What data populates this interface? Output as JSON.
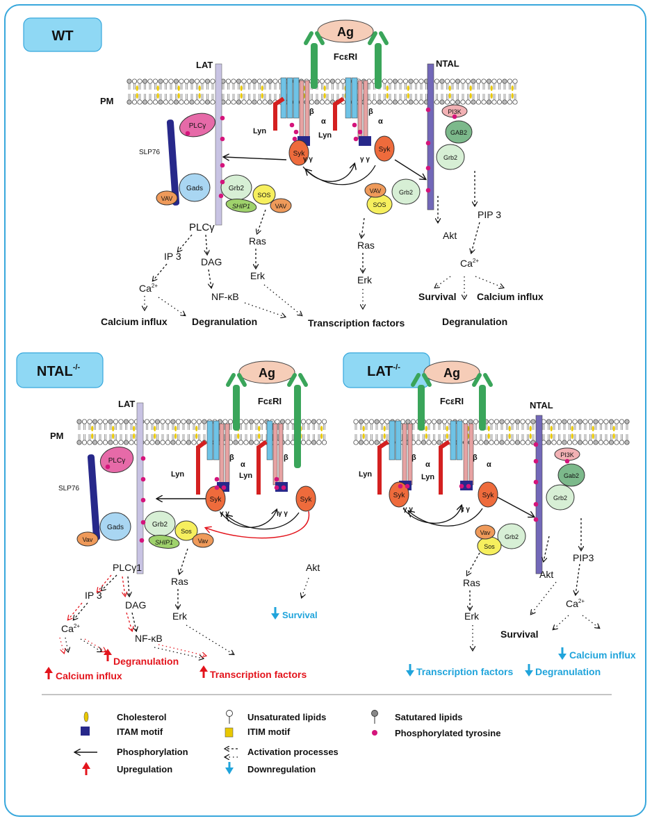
{
  "colors": {
    "frame": "#37a7dc",
    "panel_badge": "#8fd8f4",
    "lat": "#c8c3e3",
    "ntal": "#7268b8",
    "itam": "#27288a",
    "phospho": "#d4147b",
    "syk": "#ee6b3c",
    "plcg": "#e66aa8",
    "grb2": "#d7efd5",
    "sos": "#f6ef5e",
    "vav": "#ef9a5a",
    "ship1": "#9fd26c",
    "gads": "#a9d6f2",
    "gab2": "#7cb98b",
    "pi3k": "#f2b1b4",
    "ag": "#f6cdb8",
    "receptor_alpha": "#3aa55a",
    "receptor_beta": "#6fc3e6",
    "receptor_gamma": "#e7a3a3",
    "lyn": "#d42020",
    "up": "#e3141c",
    "down": "#20a4db"
  },
  "panels": {
    "wt": {
      "badge": "WT",
      "ag": "Ag",
      "receptor": "FcεRI",
      "lat": "LAT",
      "ntal": "NTAL",
      "pm": "PM",
      "slp76": "SLP76",
      "proteins": {
        "plcg": "PLCγ",
        "gads": "Gads",
        "vav1": "VAV",
        "grb2a": "Grb2",
        "ship1": "SHIP1",
        "sos1": "SOS",
        "vav2": "VAV",
        "lyn1": "Lyn",
        "lyn2": "Lyn",
        "syk1": "Syk",
        "syk2": "Syk",
        "beta1": "β",
        "beta2": "β",
        "alpha1": "α",
        "alpha2": "α",
        "gg1": "γ γ",
        "gg2": "γ γ",
        "pi3k": "PI3K",
        "gab2": "GAB2",
        "grb2b": "Grb2",
        "vav3": "VAV",
        "sos2": "SOS",
        "grb2c": "Grb2"
      },
      "nodes": {
        "plcg_text": "PLCγ",
        "ip3": "IP 3",
        "dag": "DAG",
        "ca": "Ca",
        "ca_sup": "2+",
        "nfkb": "NF-κB",
        "ras1": "Ras",
        "erk1": "Erk",
        "ras2": "Ras",
        "erk2": "Erk",
        "akt": "Akt",
        "pip3": "PIP 3",
        "ca_r": "Ca",
        "ca_r_sup": "2+"
      },
      "outcomes": {
        "calcium_influx": "Calcium influx",
        "degranulation": "Degranulation",
        "transcription": "Transcription factors",
        "survival": "Survival",
        "calcium_influx_r": "Calcium influx",
        "degranulation_r": "Degranulation"
      }
    },
    "ntal_ko": {
      "badge": "NTAL",
      "badge_sup": "-/-",
      "ag": "Ag",
      "receptor": "FcεRI",
      "lat": "LAT",
      "pm": "PM",
      "slp76": "SLP76",
      "proteins": {
        "plcg": "PLCγ",
        "gads": "Gads",
        "vav1": "Vav",
        "grb2": "Grb2",
        "ship1": "SHIP1",
        "sos": "Sos",
        "vav2": "Vav",
        "lyn1": "Lyn",
        "lyn2": "Lyn",
        "syk1": "Syk",
        "syk2": "Syk",
        "beta1": "β",
        "beta2": "β",
        "alpha": "α",
        "gg1": "γ γ",
        "gg2": "γ γ"
      },
      "nodes": {
        "plcg_text": "PLCγ1",
        "ip3": "IP 3",
        "dag": "DAG",
        "ca": "Ca",
        "ca_sup": "2+",
        "nfkb": "NF-κB",
        "ras": "Ras",
        "erk": "Erk",
        "akt": "Akt"
      },
      "outcomes": {
        "survival": "Survival",
        "degranulation": "Degranulation",
        "calcium_influx": "Calcium influx",
        "transcription": "Transcription factors"
      }
    },
    "lat_ko": {
      "badge": "LAT",
      "badge_sup": "-/-",
      "ag": "Ag",
      "receptor": "FcεRI",
      "ntal": "NTAL",
      "proteins": {
        "lyn1": "Lyn",
        "lyn2": "Lyn",
        "syk1": "Syk",
        "syk2": "Syk",
        "beta1": "β",
        "beta2": "β",
        "alpha1": "α",
        "alpha2": "α",
        "gg1": "γ γ",
        "gg2": "γ γ",
        "pi3k": "PI3K",
        "gab2": "Gab2",
        "grb2a": "Grb2",
        "vav": "Vav",
        "sos": "Sos",
        "grb2b": "Grb2"
      },
      "nodes": {
        "ras": "Ras",
        "erk": "Erk",
        "akt": "Akt",
        "pip3": "PIP3",
        "ca": "Ca",
        "ca_sup": "2+"
      },
      "outcomes": {
        "survival": "Survival",
        "calcium_influx": "Calcium influx",
        "transcription": "Transcription factors",
        "degranulation": "Degranulation"
      }
    }
  },
  "legend": {
    "cholesterol": "Cholesterol",
    "unsaturated": "Unsaturated lipids",
    "saturated": "Satutared lipids",
    "itam": "ITAM motif",
    "itim": "ITIM motif",
    "phospho_tyr": "Phosphorylated tyrosine",
    "phosphorylation": "Phosphorylation",
    "activation": "Activation processes",
    "upregulation": "Upregulation",
    "downregulation": "Downregulation"
  }
}
